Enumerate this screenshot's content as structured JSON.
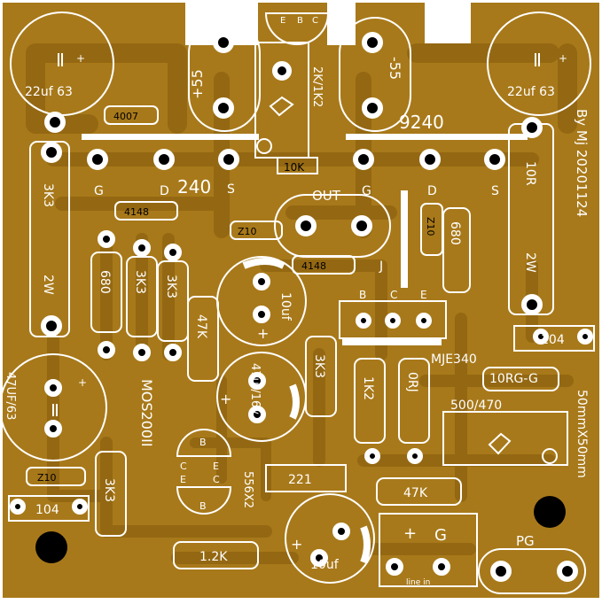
{
  "colors": {
    "board": "#a8791a",
    "copper": "#946812",
    "silk": "#ffffff",
    "pad": "#000000"
  },
  "labels": {
    "cap_tl": "22uf 63",
    "cap_tr": "22uf 63",
    "diode_4007": "4007",
    "rail_pos": "+55",
    "rail_neg": "-55",
    "pot_value": "2K/1K2",
    "pot_10k": "10K",
    "transistor_556_top": "556",
    "ebc_e": "E",
    "ebc_b": "B",
    "ebc_c": "C",
    "q_9240": "9240",
    "q_240": "240",
    "pin_s_left": "S",
    "pin_g_left": "G",
    "pin_d_left": "D",
    "pin_g_right": "G",
    "pin_d_right": "D",
    "pin_s_right": "S",
    "out": "OUT",
    "r_3k3_left": "3K3",
    "r_2w_left": "2W",
    "r_10r": "10R",
    "r_2w_right": "2W",
    "author": "By Mj 20201124",
    "d_4148_a": "4148",
    "d_4148_b": "4148",
    "z10_a": "Z10",
    "z10_b": "Z10",
    "z10_c": "Z10",
    "j": "J",
    "r_680_a": "680",
    "r_680_b": "680",
    "r_3k3_a": "3K3",
    "r_3k3_b": "3K3",
    "r_3k3_c": "3K3",
    "r_3k3_d": "3K3",
    "r_47k_a": "47K",
    "r_47k_b": "47K",
    "cap_10uf_a": "10uf",
    "cap_10uf_b": "10uf",
    "cap_47uf_16": "47uf/16v",
    "cap_47uf_63": "47UF/63",
    "mje_bce_b": "B",
    "mje_bce_c": "C",
    "mje_bce_e": "E",
    "mje": "MJE340",
    "r_1k2_v": "1K2",
    "r_0rj": "0RJ",
    "c_104_a": "104",
    "c_104_b": "104",
    "r_10rg": "10RG-G",
    "pot_500": "500/470",
    "board_size": "50mmX50mm",
    "mos": "MOS200II",
    "q556_b1": "B",
    "q556_c1": "C",
    "q556_e1": "E",
    "q556_e2": "E",
    "q556_c2": "C",
    "q556_b2": "B",
    "x556": "556X2",
    "c_221": "221",
    "r_1k2_h": "1.2K",
    "plus_g": "+",
    "g": "G",
    "line_in": "line in",
    "pg": "PG",
    "plus": "+"
  }
}
